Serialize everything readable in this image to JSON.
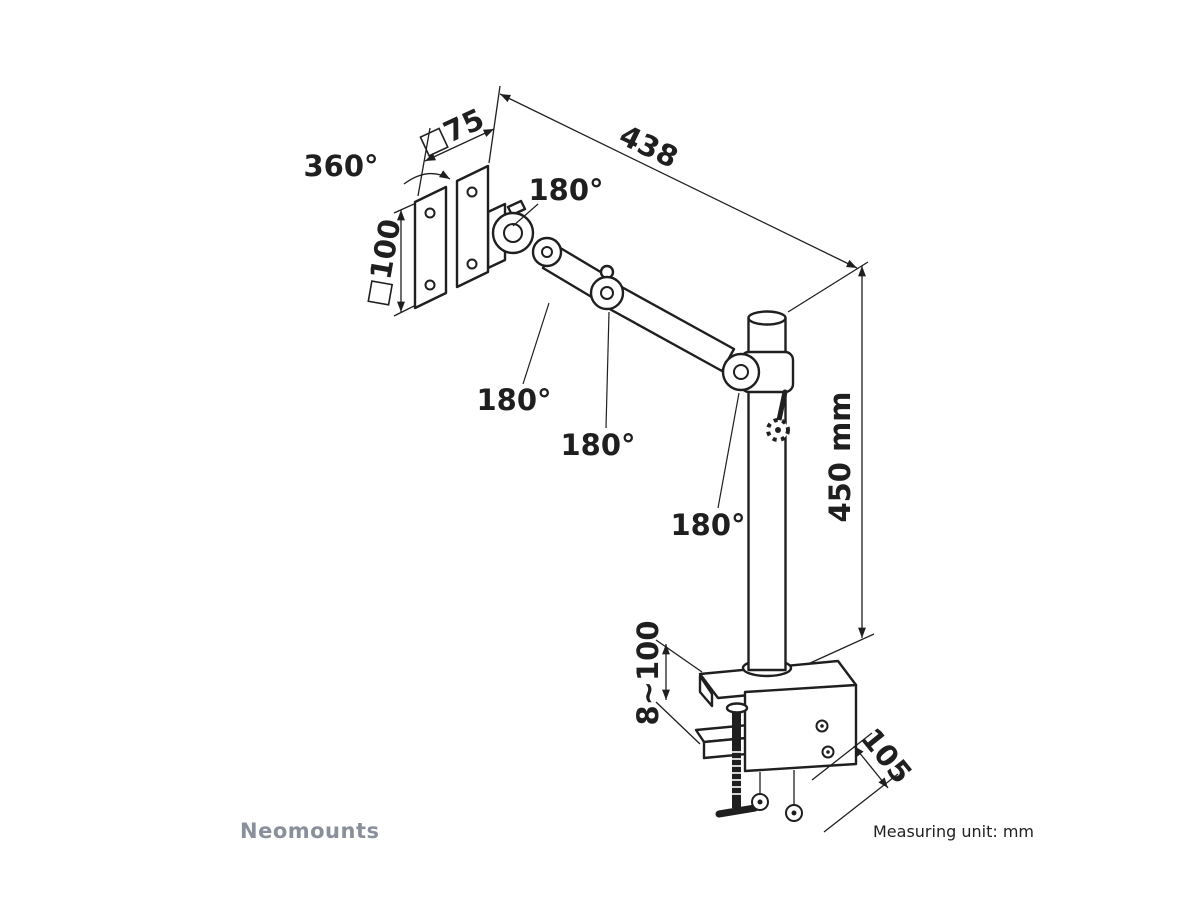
{
  "diagram": {
    "type": "technical-drawing",
    "subject": "Desk-clamp monitor arm dimensional drawing",
    "labels": {
      "vesa_rotation": "360°",
      "vesa_plate_width": "□75",
      "vesa_plate_height": "□100",
      "arm_reach": "438",
      "swivel_head": "180°",
      "swivel_shoulder": "180°",
      "swivel_elbow": "180°",
      "swivel_pole": "180°",
      "pole_height": "450 mm",
      "clamp_range": "8~100",
      "clamp_depth": "105"
    }
  },
  "footer": {
    "brand": "Neomounts",
    "measuring_unit": "Measuring unit: mm"
  },
  "colors": {
    "line": "#1f1f1f",
    "brand_gray": "#8a909b",
    "background": "#ffffff"
  }
}
